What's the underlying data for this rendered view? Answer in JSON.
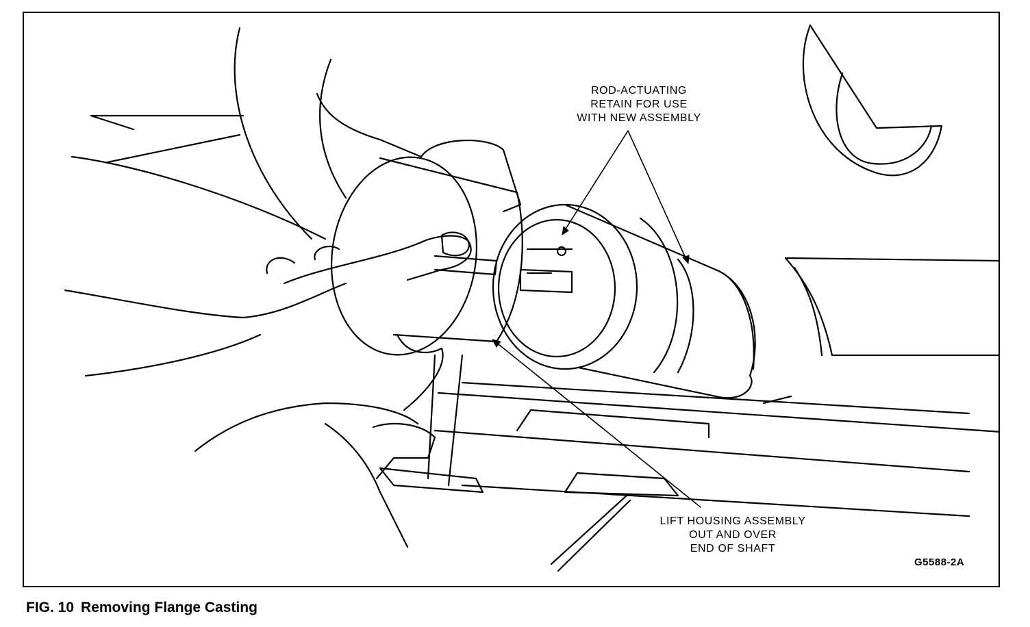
{
  "figure": {
    "callouts": {
      "rod_actuating": [
        "ROD-ACTUATING",
        "RETAIN FOR USE",
        "WITH NEW ASSEMBLY"
      ],
      "lift_housing": [
        "LIFT HOUSING ASSEMBLY",
        "OUT AND OVER",
        "END OF SHAFT"
      ]
    },
    "code": "G5588-2A"
  },
  "caption": {
    "number": "FIG. 10",
    "title": "Removing Flange Casting"
  }
}
